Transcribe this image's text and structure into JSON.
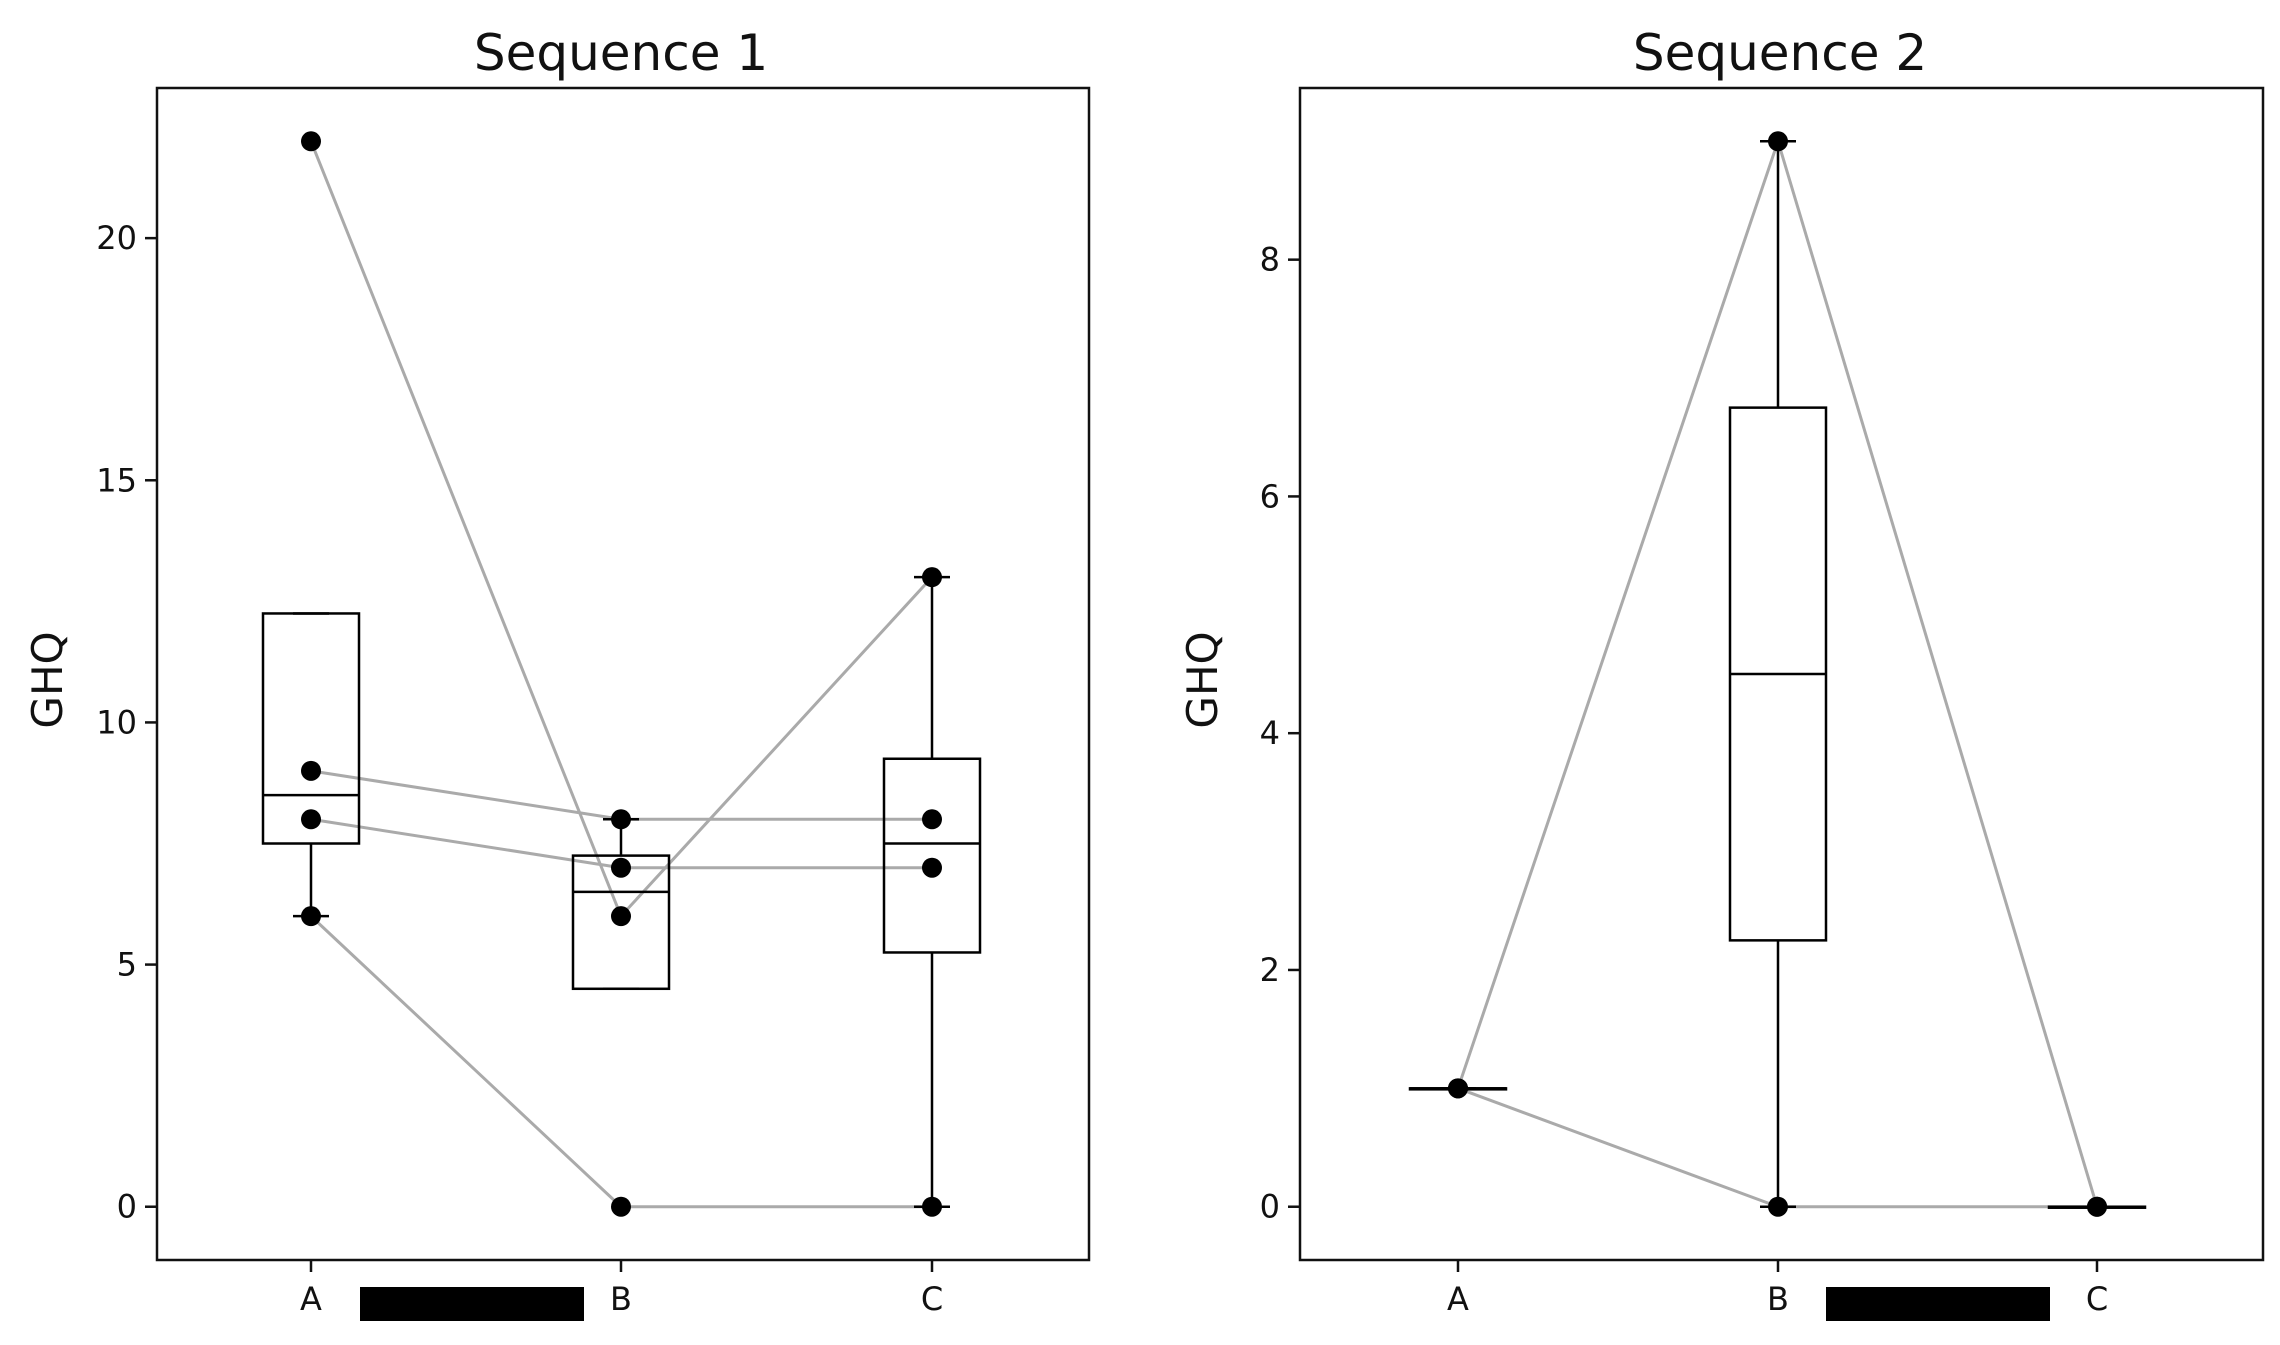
{
  "chart_data": [
    {
      "type": "box",
      "title": "Sequence 1",
      "ylabel": "GHQ",
      "xlabel": "",
      "categories": [
        "A",
        "B",
        "C"
      ],
      "ylim": [
        -1.1,
        23.1
      ],
      "yticks": [
        0,
        5,
        10,
        15,
        20
      ],
      "boxes": [
        {
          "category": "A",
          "whisker_low": 6,
          "q1": 7.5,
          "median": 8.5,
          "q3": 12.25,
          "whisker_high": 12.25
        },
        {
          "category": "B",
          "whisker_low": 4.5,
          "q1": 4.5,
          "median": 6.5,
          "q3": 7.25,
          "whisker_high": 8
        },
        {
          "category": "C",
          "whisker_low": 0,
          "q1": 5.25,
          "median": 7.5,
          "q3": 9.25,
          "whisker_high": 13
        }
      ],
      "subjects": [
        {
          "values": [
            22,
            6,
            13
          ]
        },
        {
          "values": [
            9,
            8,
            8
          ]
        },
        {
          "values": [
            8,
            7,
            7
          ]
        },
        {
          "values": [
            6,
            0,
            0
          ]
        }
      ],
      "grid": false
    },
    {
      "type": "box",
      "title": "Sequence 2",
      "ylabel": "GHQ",
      "xlabel": "",
      "categories": [
        "A",
        "B",
        "C"
      ],
      "ylim": [
        -0.45,
        9.45
      ],
      "yticks": [
        0,
        2,
        4,
        6,
        8
      ],
      "boxes": [
        {
          "category": "A",
          "whisker_low": 1,
          "q1": 1,
          "median": 1,
          "q3": 1,
          "whisker_high": 1
        },
        {
          "category": "B",
          "whisker_low": 0,
          "q1": 2.25,
          "median": 4.5,
          "q3": 6.75,
          "whisker_high": 9
        },
        {
          "category": "C",
          "whisker_low": 0,
          "q1": 0,
          "median": 0,
          "q3": 0,
          "whisker_high": 0
        }
      ],
      "subjects": [
        {
          "values": [
            1,
            9,
            0
          ]
        },
        {
          "values": [
            1,
            0,
            0
          ]
        }
      ],
      "grid": false
    }
  ],
  "colors": {
    "points": "#000000",
    "box": "#000000",
    "subject_lines": "#aaaaaa",
    "redaction": "#000000"
  }
}
